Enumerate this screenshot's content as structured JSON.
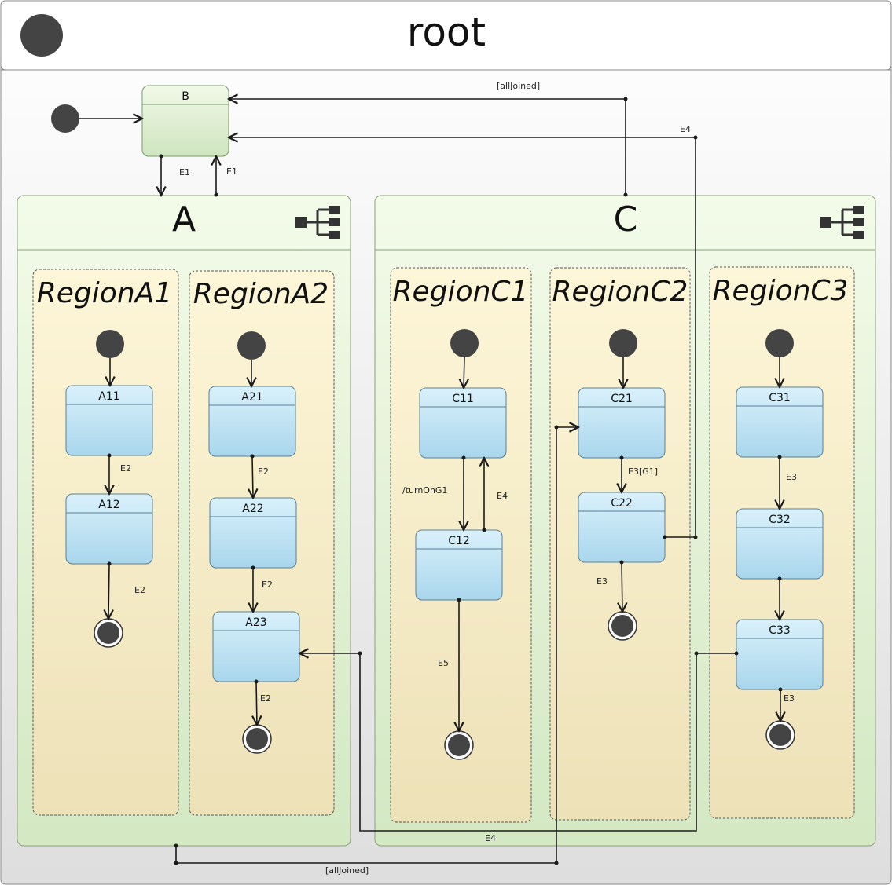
{
  "root": {
    "title": "root"
  },
  "states": {
    "B": "B",
    "A": "A",
    "C": "C",
    "A11": "A11",
    "A12": "A12",
    "A21": "A21",
    "A22": "A22",
    "A23": "A23",
    "C11": "C11",
    "C12": "C12",
    "C21": "C21",
    "C22": "C22",
    "C31": "C31",
    "C32": "C32",
    "C33": "C33"
  },
  "regions": {
    "A1": "RegionA1",
    "A2": "RegionA2",
    "C1": "RegionC1",
    "C2": "RegionC2",
    "C3": "RegionC3"
  },
  "transitions": {
    "b_to_a": "E1",
    "a_to_b": "E1",
    "c_to_b": "[allJoined]",
    "c22_to_b": "E4",
    "a11_to_a12": "E2",
    "a12_to_final": "E2",
    "a21_to_a22": "E2",
    "a22_to_a23": "E2",
    "a23_to_final": "E2",
    "c11_to_c12": "/turnOnG1",
    "c12_to_c11": "E4",
    "c12_to_final": "E5",
    "c21_to_c22": "E3[G1]",
    "c22_to_final": "E3",
    "c31_to_c32": "E3",
    "c33_to_final": "E3",
    "c33_to_a23": "E4",
    "a_to_c21": "[allJoined]"
  },
  "colors": {
    "state_fill_top": "#d9f1fb",
    "state_fill_bottom": "#a9d6ec",
    "composite_fill_top": "#f3fbe9",
    "composite_fill_bottom": "#d3e8c3",
    "region_fill_top": "#fdf6d8",
    "region_fill_bottom": "#ede1b7",
    "pseudostate": "#444444"
  }
}
